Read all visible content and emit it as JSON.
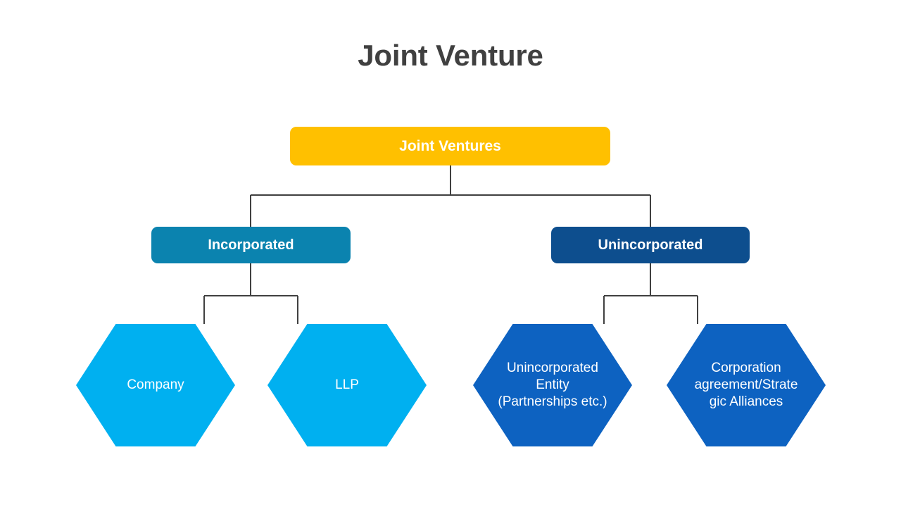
{
  "title": "Joint Venture",
  "colors": {
    "background": "#FFFFFF",
    "title_text": "#404040",
    "root_box": "#FFC000",
    "incorporated_box": "#0B83AF",
    "unincorporated_box": "#0D4E8E",
    "hex_cyan": "#00B0F0",
    "hex_blue": "#0D62C1",
    "connector_line": "#404040",
    "node_text": "#FFFFFF"
  },
  "diagram": {
    "type": "hierarchy-tree",
    "root": {
      "label": "Joint Ventures"
    },
    "branches": [
      {
        "label": "Incorporated",
        "children": [
          {
            "lines": [
              "Company"
            ]
          },
          {
            "lines": [
              "LLP"
            ]
          }
        ]
      },
      {
        "label": "Unincorporated",
        "children": [
          {
            "lines": [
              "Unincorporated",
              "Entity",
              "(Partnerships  etc.)"
            ]
          },
          {
            "lines": [
              "Corporation",
              "agreement/Strate",
              "gic Alliances"
            ]
          }
        ]
      }
    ]
  },
  "nodes": {
    "root_label": "Joint Ventures",
    "incorporated_label": "Incorporated",
    "unincorporated_label": "Unincorporated",
    "company_line1": "Company",
    "llp_line1": "LLP",
    "unincorp_entity_line1": "Unincorporated",
    "unincorp_entity_line2": "Entity",
    "unincorp_entity_line3": "(Partnerships  etc.)",
    "corp_agreement_line1": "Corporation",
    "corp_agreement_line2": "agreement/Strate",
    "corp_agreement_line3": "gic Alliances"
  }
}
